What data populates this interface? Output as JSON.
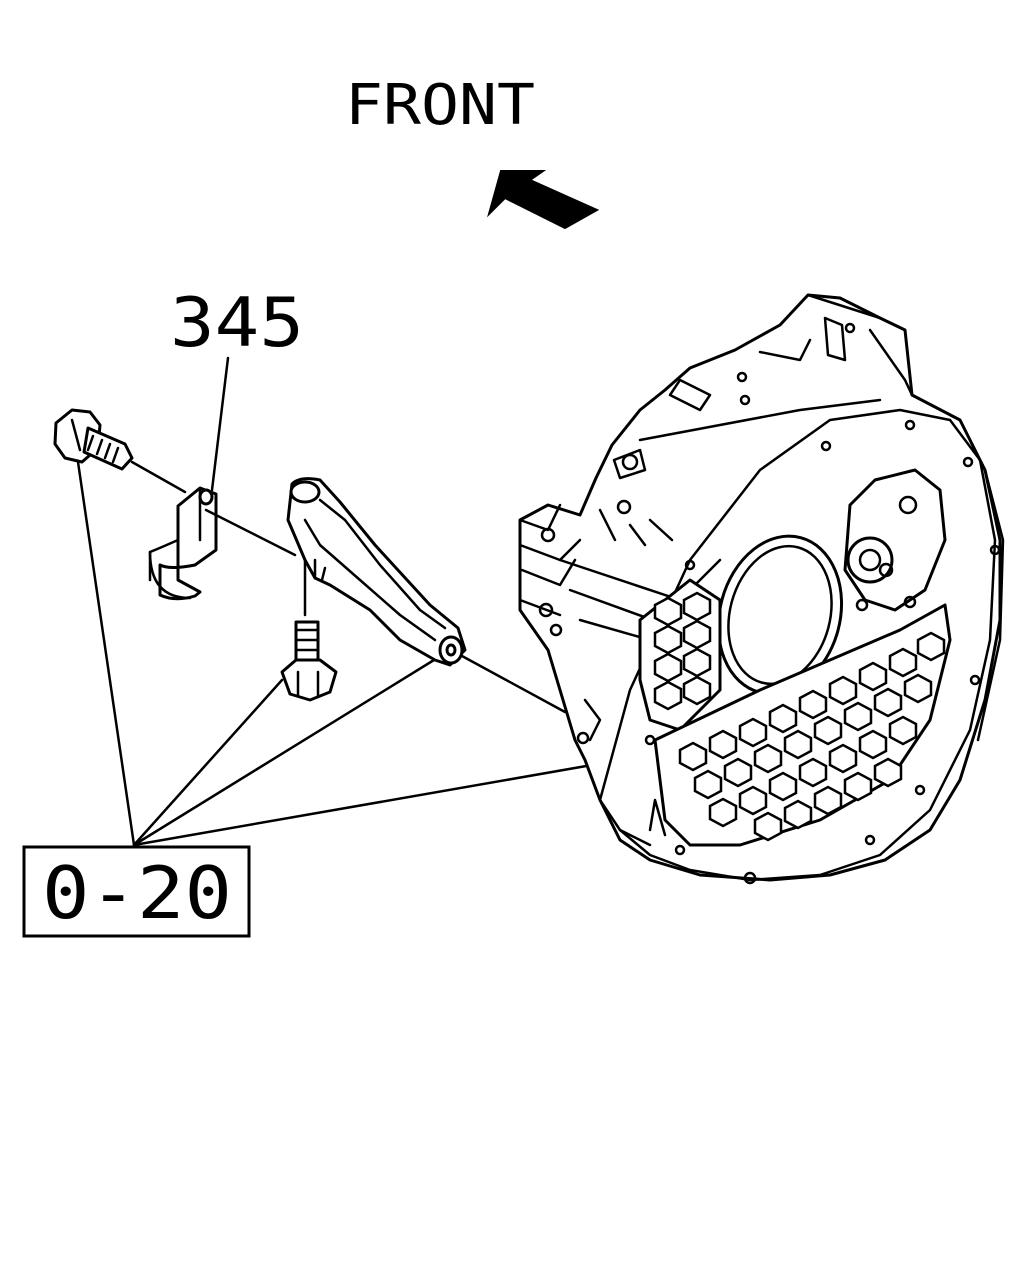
{
  "labels": {
    "direction": "FRONT",
    "part_number": "345",
    "ref_code": "0-20"
  },
  "icons": {
    "direction_arrow": "front-arrow-icon"
  }
}
